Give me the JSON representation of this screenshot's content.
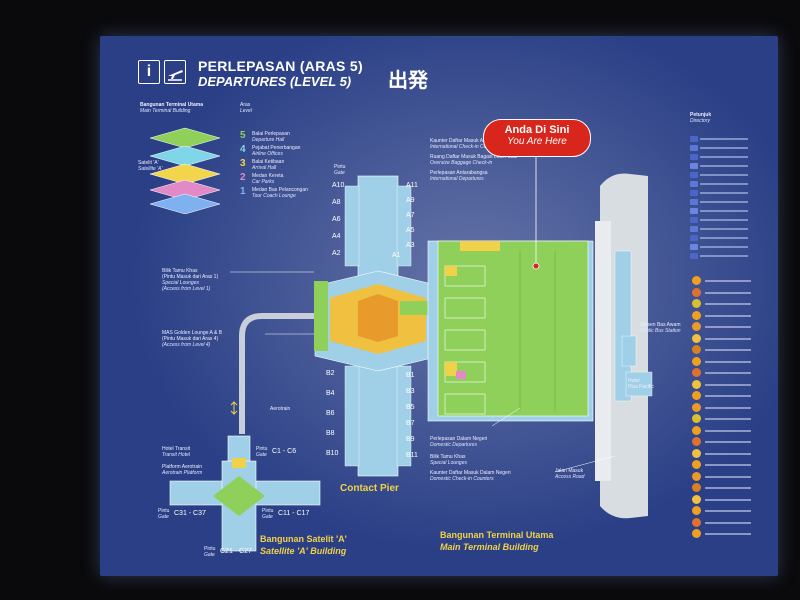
{
  "header": {
    "title_ms": "PERLEPASAN (ARAS 5)",
    "title_en": "DEPARTURES (LEVEL 5)",
    "title_jp": "出発",
    "info_icon": "i",
    "departure_icon": "plane-departure-icon"
  },
  "levels_panel": {
    "building_ms": "Bangunan Terminal Utama",
    "building_en": "Main Terminal Building",
    "aras_ms": "Aras",
    "aras_en": "Level",
    "satellite_ms": "Satelit 'A'",
    "satellite_en": "Satellite 'A'",
    "levels": [
      {
        "num": "5",
        "ms": "Balai Perlepasan",
        "en": "Departure Hall",
        "color": "#8ed05a"
      },
      {
        "num": "4",
        "ms": "Pejabat Penerbangan",
        "en": "Airline Offices",
        "color": "#7fd6e8"
      },
      {
        "num": "3",
        "ms": "Balai Ketibaan",
        "en": "Arrival Hall",
        "color": "#f2d54a"
      },
      {
        "num": "2",
        "ms": "Medan Kereta",
        "en": "Car Parks",
        "color": "#e28ac6"
      },
      {
        "num": "1",
        "ms": "Medan Bas Pelancongan",
        "en": "Tour Coach Lounge",
        "color": "#7fb0f0"
      }
    ]
  },
  "you_are_here": {
    "ms": "Anda Di Sini",
    "en": "You Are Here"
  },
  "pier": {
    "pintu": "Pintu",
    "gate": "Gate",
    "gates_left_top": [
      "A10",
      "A8",
      "A6",
      "A4",
      "A2"
    ],
    "gates_right_top": [
      "A11",
      "A9",
      "A7",
      "A5",
      "A3"
    ],
    "a1": "A1",
    "gates_left_bottom": [
      "B2",
      "B4",
      "B6",
      "B8",
      "B10"
    ],
    "gates_right_bottom": [
      "B1",
      "B3",
      "B5",
      "B7",
      "B9",
      "B11"
    ],
    "name": "Contact Pier"
  },
  "callouts": {
    "checkin_ms": "Kaunter Daftar Masuk Antarabangsa",
    "checkin_en": "International Check-in Counters",
    "oversize_ms": "Ruang Daftar Masuk Bagasi Lebih Saiz",
    "oversize_en": "Oversize Baggage Check-in",
    "intl_dep_ms": "Perlepasan Antarabangsa",
    "intl_dep_en": "International Departures",
    "lounge_ms": "Bilik Tamu Khas",
    "lounge_note_ms": "(Pintu Masuk dari Aras 1)",
    "lounge_en": "Special Lounges",
    "lounge_note_en": "(Access from Level 1)",
    "mas_ms": "MAS Golden Lounge A & B",
    "mas_note_ms": "(Pintu Masuk dari Aras 4)",
    "mas_note_en": "(Access from Level 4)",
    "aerotrain": "Aerotrain",
    "dom_dep_ms": "Perlepasan Dalam Negeri",
    "dom_dep_en": "Domestic Departures",
    "dom_lounge_ms": "Bilik Tamu Khas",
    "dom_lounge_en": "Special Lounges",
    "dom_checkin_ms": "Kaunter Daftar Masuk Dalam Negeri",
    "dom_checkin_en": "Domestic Check-in Counters",
    "road_ms": "Jalan Masuk",
    "road_en": "Access Road",
    "bus_ms": "Stesen Bas Awam",
    "bus_en": "Public Bus Station",
    "hotel_ms": "Hotel",
    "hotel_en": "Plus Pacific"
  },
  "satellite": {
    "hotel_ms": "Hotel Transit",
    "hotel_en": "Transit Hotel",
    "platform_ms": "Platform Aerotrain",
    "platform_en": "Aerotrain Platform",
    "pintu": "Pintu",
    "gate": "Gate",
    "gates_c1": "C1 - C6",
    "gates_c31": "C31 - C37",
    "gates_c11": "C11 - C17",
    "gates_c21": "C21 - C27",
    "building_ms": "Bangunan Satelit 'A'",
    "building_en": "Satellite 'A' Building"
  },
  "main_building": {
    "ms": "Bangunan Terminal Utama",
    "en": "Main Terminal Building"
  },
  "directory": {
    "title_ms": "Petunjuk",
    "title_en": "Directory"
  },
  "colors": {
    "board": "#2a3f86",
    "pier": "#9fd0e8",
    "hall": "#8ed05a",
    "road": "#d8dde2",
    "accent_yellow": "#f0d24a",
    "you_here": "#d9261c"
  }
}
